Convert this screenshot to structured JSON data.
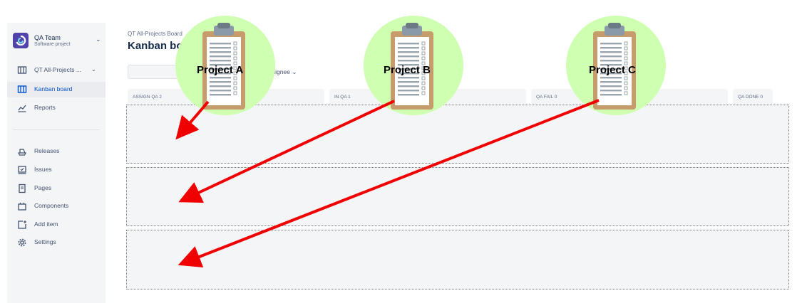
{
  "sidebar": {
    "project_name": "QA Team",
    "project_type": "Software project",
    "board_selector": "QT All-Projects ...",
    "items": [
      {
        "label": "Kanban board"
      },
      {
        "label": "Reports"
      },
      {
        "label": "Releases"
      },
      {
        "label": "Issues"
      },
      {
        "label": "Pages"
      },
      {
        "label": "Components"
      },
      {
        "label": "Add item"
      },
      {
        "label": "Settings"
      }
    ]
  },
  "main": {
    "breadcrumb": "QT All-Projects Board",
    "title": "Kanban board",
    "assignee_filter": "Assignee",
    "columns": [
      {
        "label": "ASSIGN QA 2"
      },
      {
        "label": "IN QA 1"
      },
      {
        "label": "QA FAIL 0"
      },
      {
        "label": "QA DONE 0"
      }
    ]
  },
  "annotations": [
    {
      "label": "Project A"
    },
    {
      "label": "Project B"
    },
    {
      "label": "Project C"
    }
  ],
  "colors": {
    "badge": "#cfffb0",
    "arrow": "#f00000",
    "active_nav": "#0052cc"
  }
}
